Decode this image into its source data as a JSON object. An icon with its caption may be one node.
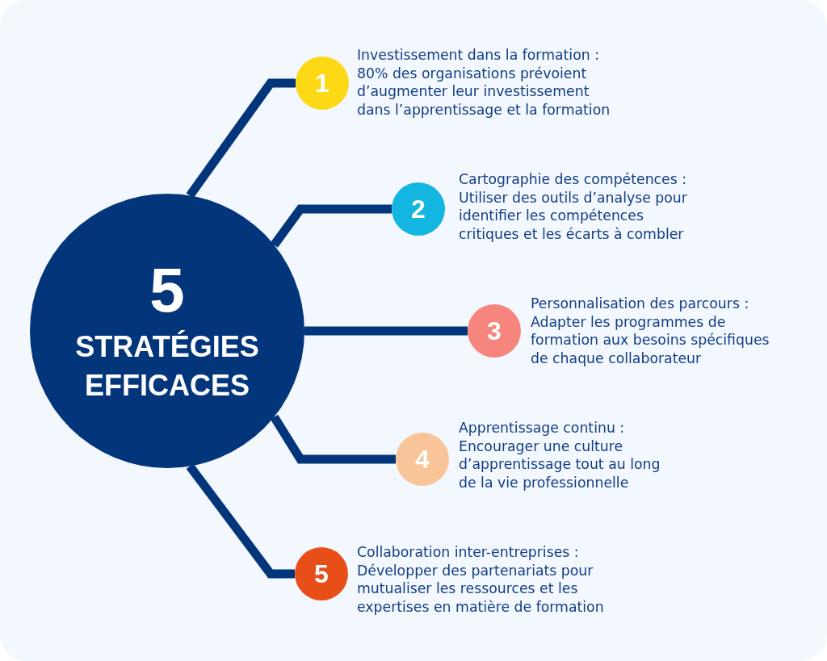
{
  "diagram": {
    "nodes": [
      {
        "text": [
          "5",
          "STRATÉGIES EFFICACES"
        ]
      },
      {
        "text": [
          "1"
        ],
        "beside": [
          "Investissement dans la formation : 80% des organisations prévoient d’augmenter leur investissement dans l’apprentissage et la formation"
        ]
      },
      {
        "text": [
          "2"
        ],
        "beside": [
          "Cartographie des compétences : Utiliser des outils d’analyse pour identifier les compétences critiques et les écarts à combler"
        ]
      },
      {
        "text": [
          "3"
        ],
        "beside": [
          "Personnalisation des parcours : Adapter les programmes de formation aux besoins spécifiques de chaque collaborateur"
        ]
      },
      {
        "text": [
          "4"
        ],
        "beside": [
          "Apprentissage continu : Encourager une culture d’apprentissage tout au long de la vie professionnelle"
        ]
      },
      {
        "text": [
          "5"
        ],
        "beside": [
          "Collaboration inter-entreprises : Développer des partenariats pour mutualiser les ressources et les expertises en matière de formation"
        ]
      }
    ],
    "edges": [
      {
        "from": 0,
        "to": 1,
        "arrow": "none"
      },
      {
        "from": 0,
        "to": 2,
        "arrow": "none"
      },
      {
        "from": 0,
        "to": 3,
        "arrow": "none"
      },
      {
        "from": 0,
        "to": 4,
        "arrow": "none"
      },
      {
        "from": 0,
        "to": 5,
        "arrow": "none"
      }
    ]
  }
}
